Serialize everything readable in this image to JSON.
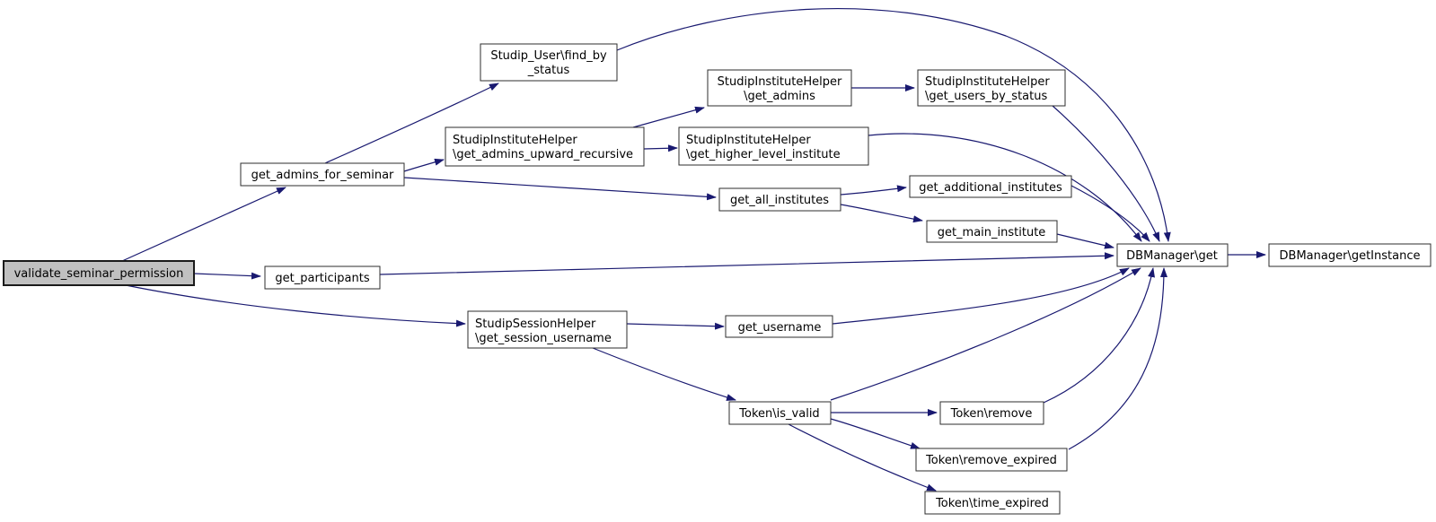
{
  "diagram": {
    "type": "call-graph",
    "background_color": "#ffffff",
    "edge_color": "#191970",
    "node_border_color": "#2e2e2e",
    "node_fill_color": "#ffffff",
    "highlight_fill_color": "#c0c0c0",
    "nodes": {
      "validate": {
        "label": "validate_seminar_permission",
        "highlighted": true
      },
      "admins_for_seminar": {
        "label": "get_admins_for_seminar"
      },
      "participants": {
        "label": "get_participants"
      },
      "find_by_status": {
        "line1": "Studip_User\\find_by",
        "line2": "_status"
      },
      "admins_upward_recursive": {
        "line1": "StudipInstituteHelper",
        "line2": "\\get_admins_upward_recursive"
      },
      "session_username": {
        "line1": "StudipSessionHelper",
        "line2": "\\get_session_username"
      },
      "get_admins": {
        "line1": "StudipInstituteHelper",
        "line2": "\\get_admins"
      },
      "users_by_status": {
        "line1": "StudipInstituteHelper",
        "line2": "\\get_users_by_status"
      },
      "higher_level_institute": {
        "line1": "StudipInstituteHelper",
        "line2": "\\get_higher_level_institute"
      },
      "all_institutes": {
        "label": "get_all_institutes"
      },
      "additional_institutes": {
        "label": "get_additional_institutes"
      },
      "main_institute": {
        "label": "get_main_institute"
      },
      "username": {
        "label": "get_username"
      },
      "is_valid": {
        "label": "Token\\is_valid"
      },
      "remove": {
        "label": "Token\\remove"
      },
      "remove_expired": {
        "label": "Token\\remove_expired"
      },
      "time_expired": {
        "label": "Token\\time_expired"
      },
      "db_get": {
        "label": "DBManager\\get"
      },
      "db_getinstance": {
        "label": "DBManager\\getInstance"
      }
    },
    "edges": [
      {
        "from": "validate",
        "to": "admins_for_seminar"
      },
      {
        "from": "validate",
        "to": "participants"
      },
      {
        "from": "validate",
        "to": "session_username"
      },
      {
        "from": "admins_for_seminar",
        "to": "find_by_status"
      },
      {
        "from": "admins_for_seminar",
        "to": "admins_upward_recursive"
      },
      {
        "from": "admins_for_seminar",
        "to": "all_institutes"
      },
      {
        "from": "admins_upward_recursive",
        "to": "get_admins"
      },
      {
        "from": "admins_upward_recursive",
        "to": "higher_level_institute"
      },
      {
        "from": "get_admins",
        "to": "users_by_status"
      },
      {
        "from": "all_institutes",
        "to": "additional_institutes"
      },
      {
        "from": "all_institutes",
        "to": "main_institute"
      },
      {
        "from": "find_by_status",
        "to": "db_get"
      },
      {
        "from": "users_by_status",
        "to": "db_get"
      },
      {
        "from": "higher_level_institute",
        "to": "db_get"
      },
      {
        "from": "additional_institutes",
        "to": "db_get"
      },
      {
        "from": "main_institute",
        "to": "db_get"
      },
      {
        "from": "participants",
        "to": "db_get"
      },
      {
        "from": "username",
        "to": "db_get"
      },
      {
        "from": "is_valid",
        "to": "db_get"
      },
      {
        "from": "remove",
        "to": "db_get"
      },
      {
        "from": "remove_expired",
        "to": "db_get"
      },
      {
        "from": "session_username",
        "to": "username"
      },
      {
        "from": "session_username",
        "to": "is_valid"
      },
      {
        "from": "is_valid",
        "to": "remove"
      },
      {
        "from": "is_valid",
        "to": "remove_expired"
      },
      {
        "from": "is_valid",
        "to": "time_expired"
      },
      {
        "from": "db_get",
        "to": "db_getinstance"
      }
    ]
  }
}
